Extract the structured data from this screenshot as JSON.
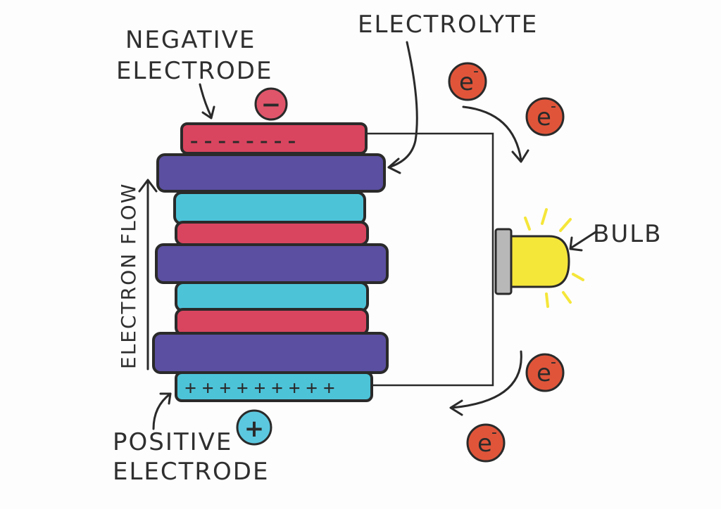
{
  "labels": {
    "negative_electrode_line1": "NEGATIVE",
    "negative_electrode_line2": "ELECTRODE",
    "electrolyte": "ELECTROLYTE",
    "bulb": "BULB",
    "electron_flow": "ELECTRON FLOW",
    "positive_electrode_line1": "POSITIVE",
    "positive_electrode_line2": "ELECTRODE"
  },
  "symbols": {
    "electron_letter": "e",
    "electron_superscript": "-",
    "negative_sign": "−",
    "positive_sign": "+",
    "negative_charges": "- - - - - - - -",
    "positive_charges": "+ + + + + + + + +"
  },
  "colors": {
    "negative_layer": "#d9455f",
    "electrolyte_layer": "#5a4fa0",
    "positive_layer": "#4dc3d8",
    "electron": "#e0553a",
    "bulb": "#f5e63a",
    "bulb_base": "#b8b8b8",
    "ion_negative": "#e0556a",
    "ion_positive": "#5cc8e0"
  }
}
